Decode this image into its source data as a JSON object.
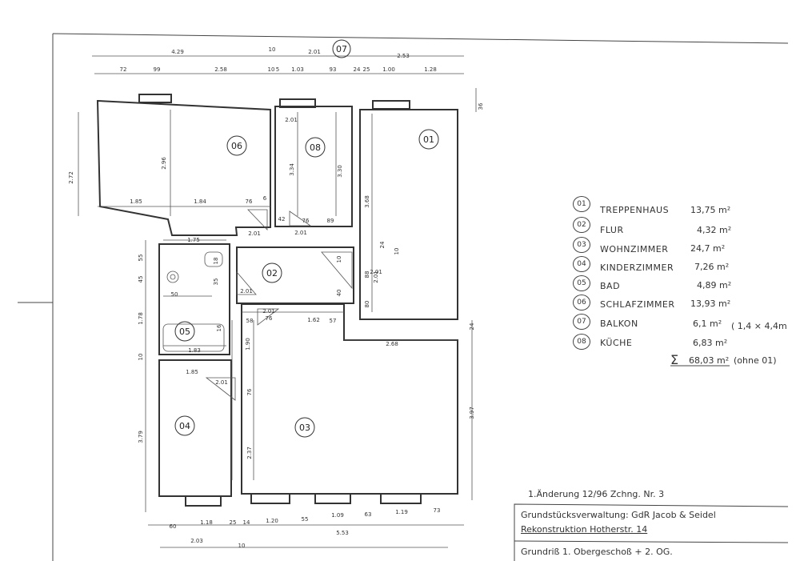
{
  "rooms": [
    {
      "no": "06"
    },
    {
      "no": "08"
    },
    {
      "no": "01"
    },
    {
      "no": "02"
    },
    {
      "no": "05"
    },
    {
      "no": "04"
    },
    {
      "no": "03"
    },
    {
      "no": "07"
    }
  ],
  "legend": [
    {
      "no": "01",
      "name": "TREPPENHAUS",
      "area": "13,75 m²"
    },
    {
      "no": "02",
      "name": "FLUR",
      "area": "4,32 m²"
    },
    {
      "no": "03",
      "name": "WOHNZIMMER",
      "area": "24,7 m²"
    },
    {
      "no": "04",
      "name": "KINDERZIMMER",
      "area": "7,26 m²"
    },
    {
      "no": "05",
      "name": "BAD",
      "area": "4,89 m²"
    },
    {
      "no": "06",
      "name": "SCHLAFZIMMER",
      "area": "13,93 m²"
    },
    {
      "no": "07",
      "name": "BALKON",
      "area": "6,1 m²",
      "extra": "( 1,4 × 4,4m"
    },
    {
      "no": "08",
      "name": "KÜCHE",
      "area": "6,83 m²"
    }
  ],
  "total": {
    "symbol": "Σ",
    "value": "68,03 m²",
    "note": "(ohne 01)"
  },
  "title_block": {
    "revision": "1.Änderung 12/96  Zchng. Nr. 3",
    "line1": "Grundstücksverwaltung: GdR  Jacob & Seidel",
    "line2": "Rekonstruktion Hotherstr. 14",
    "line3": "Grundriß 1. Obergeschoß + 2. OG."
  },
  "dims": {
    "top1": [
      "4.29",
      "10",
      "2.01",
      "2.53"
    ],
    "top2": [
      "72",
      "99",
      "2.58",
      "10",
      "5",
      "1.03",
      "93",
      "24",
      "25",
      "1.00",
      "1.28"
    ],
    "bottom1": [
      "60",
      "1.18",
      "25",
      "14",
      "1.20",
      "55",
      "1.09",
      "63",
      "1.19",
      "73"
    ],
    "bottom2": [
      "2.03",
      "10",
      "5.53"
    ],
    "left": [
      "2.72",
      "55",
      "45",
      "1.78",
      "10",
      "3.79"
    ],
    "right": [
      "36",
      "3.97",
      "24"
    ],
    "inner_h": [
      "1.85",
      "1.84",
      "76",
      "6",
      "1.75",
      "42",
      "76",
      "89",
      "50",
      "1.83",
      "1.85",
      "58",
      "76",
      "1.62",
      "57",
      "2.68",
      "2.01",
      "2.01",
      "2.01",
      "2.01",
      "2.01",
      "2.01",
      "2.01"
    ],
    "inner_v": [
      "2.96",
      "3.34",
      "3.30",
      "3.68",
      "2.01",
      "88",
      "80",
      "24",
      "10",
      "10",
      "40",
      "18",
      "35",
      "16",
      "1.90",
      "76",
      "2.37"
    ]
  }
}
